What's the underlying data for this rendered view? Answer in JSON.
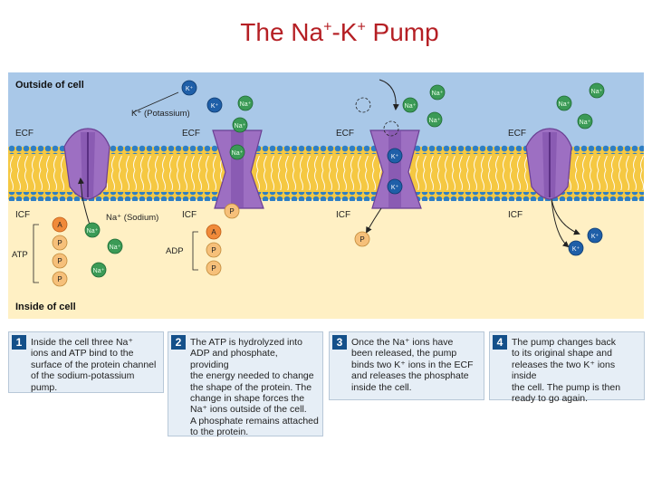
{
  "title": {
    "main": "The Na",
    "sup1": "+",
    "mid": "-K",
    "sup2": "+",
    "tail": " Pump"
  },
  "labels": {
    "outside_cell": "Outside of cell",
    "inside_cell": "Inside of cell",
    "ecf": "ECF",
    "icf": "ICF",
    "k_potassium": "K⁺ (Potassium)",
    "na_sodium": "Na⁺ (Sodium)",
    "atp": "ATP",
    "adp": "ADP"
  },
  "ions": {
    "k": "K⁺",
    "na": "Na⁺",
    "a": "A",
    "p": "P"
  },
  "steps": [
    {
      "number": "1",
      "text": "Inside the cell three Na⁺\nions and ATP bind to the\nsurface of the protein channel\nof the sodium-potassium pump."
    },
    {
      "number": "2",
      "text": "The ATP is hydrolyzed into\nADP and phosphate, providing\nthe energy needed to change\nthe shape of the protein. The\nchange in shape forces the\nNa⁺ ions outside of the cell.\nA phosphate remains attached\nto the protein."
    },
    {
      "number": "3",
      "text": "Once the Na⁺ ions have\nbeen released, the pump\nbinds two K⁺ ions in the ECF\nand releases the phosphate\ninside the cell."
    },
    {
      "number": "4",
      "text": "The pump changes back\nto its original shape and\nreleases the two K⁺ ions inside\nthe cell. The pump is then\nready to go again."
    }
  ],
  "colors": {
    "title": "#b51f24",
    "ecf_bg": "#a9c8e8",
    "icf_bg": "#fff0c4",
    "membrane_yellow": "#f5c842",
    "membrane_head": "#2f7fc4",
    "protein": "#9d6fc2",
    "protein_dark": "#6a3f93",
    "na_ion": "#3b9a56",
    "k_ion": "#1f5fa8",
    "phosphate": "#f6c07a",
    "adenine": "#f08a3a",
    "step_bg": "#e6eef6",
    "step_num": "#14508a"
  }
}
